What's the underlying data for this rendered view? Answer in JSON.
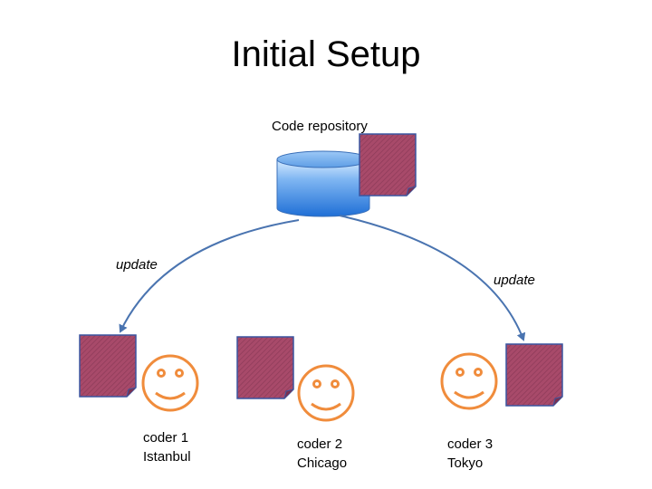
{
  "title": "Initial Setup",
  "repository": {
    "label": "Code repository"
  },
  "update_labels": {
    "left": "update",
    "right": "update"
  },
  "coders": [
    {
      "name": "coder 1",
      "city": "Istanbul"
    },
    {
      "name": "coder 2",
      "city": "Chicago"
    },
    {
      "name": "coder 3",
      "city": "Tokyo"
    }
  ],
  "colors": {
    "document_fill": "#a84a6a",
    "document_border": "#3a55a0",
    "smiley": "#f08c3c",
    "arrow": "#4a74b0",
    "cylinder_top": "#6fa6e8",
    "cylinder_body": "#2f7fdd"
  },
  "icons": [
    "database-icon",
    "document-icon",
    "smiley-icon",
    "arrow-icon"
  ]
}
